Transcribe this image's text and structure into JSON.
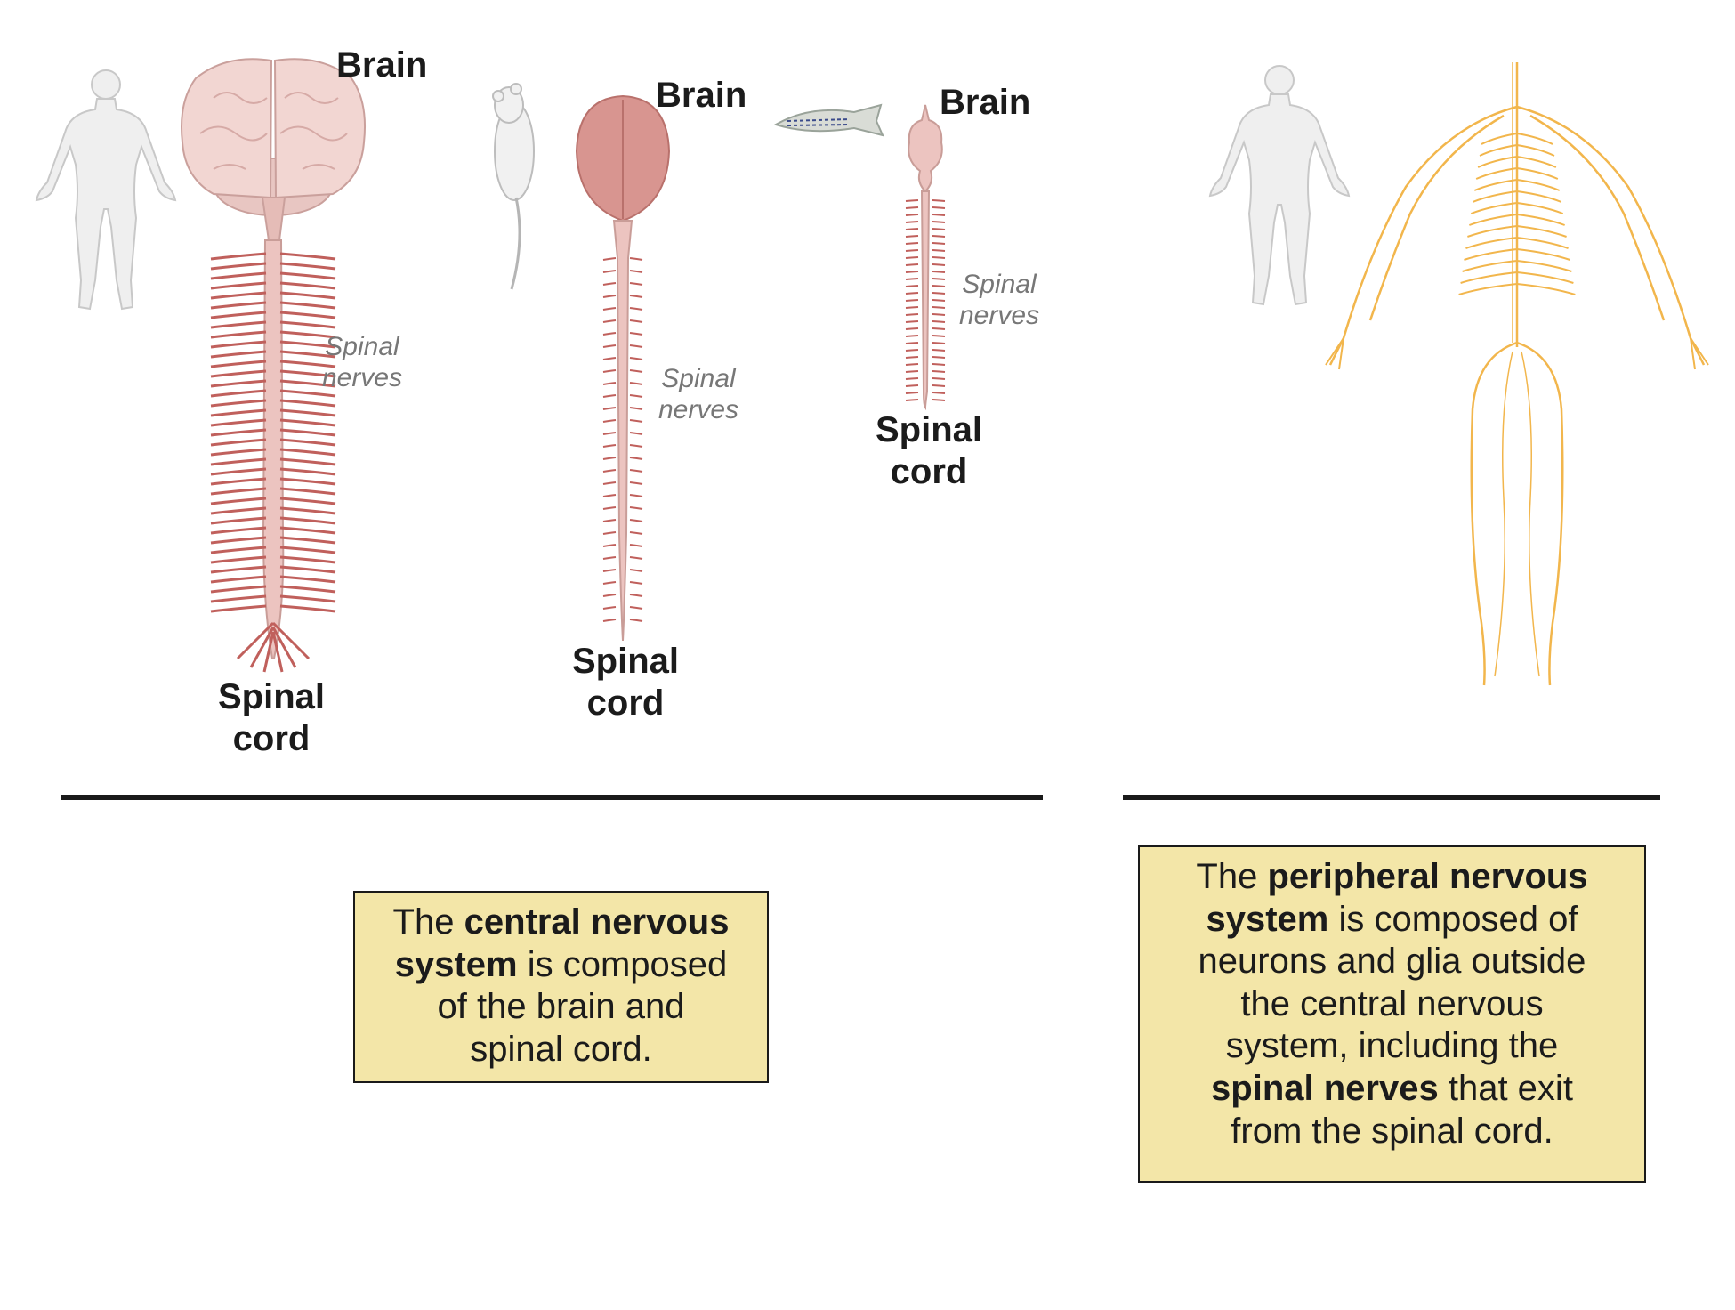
{
  "cns_panel": {
    "human": {
      "brain_label": "Brain",
      "spinal_cord_label": [
        "Spinal",
        "cord"
      ],
      "spinal_nerves_label": [
        "Spinal",
        "nerves"
      ]
    },
    "mouse": {
      "brain_label": "Brain",
      "spinal_cord_label": [
        "Spinal",
        "cord"
      ],
      "spinal_nerves_label": [
        "Spinal",
        "nerves"
      ]
    },
    "zebrafish": {
      "brain_label": "Brain",
      "spinal_cord_label": [
        "Spinal",
        "cord"
      ],
      "spinal_nerves_label": [
        "Spinal",
        "nerves"
      ]
    },
    "caption": {
      "pre": "The ",
      "bold": "central nervous system",
      "post": " is composed of the brain and spinal cord."
    }
  },
  "pns_panel": {
    "caption": {
      "pre": "The ",
      "bold1": "peripheral nervous system",
      "mid": " is composed of neurons and glia outside the central nervous system, including the ",
      "bold2": "spinal nerves",
      "post": " that exit from the spinal cord."
    }
  },
  "colors": {
    "brain": "#f0cfcb",
    "cord": "#ecc4c0",
    "nerve": "#c0605c",
    "mouse_brain": "#d89590",
    "pns_nerve": "#f2b64c",
    "caption_box": "#f3e6a8",
    "silhouette": "#efefef"
  }
}
